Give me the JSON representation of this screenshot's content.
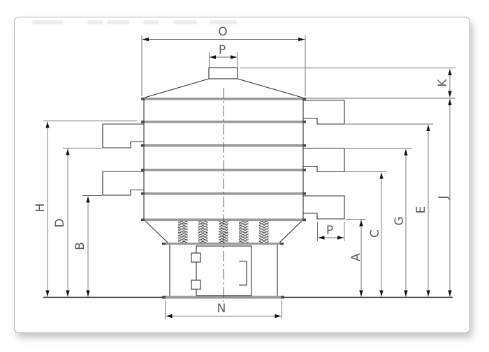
{
  "drawing": {
    "labels": {
      "overall_width": "O",
      "inlet_width": "P",
      "lid_height": "K",
      "body_height": "J",
      "outlet_r1_height": "E",
      "outlet_r2_top_height": "G",
      "outlet_r2_height": "C",
      "outlet_r3_height": "A",
      "outlet_mouth_width": "P",
      "base_width": "N",
      "deck_top_height": "H",
      "outlet_l1_height": "D",
      "outlet_l2_height": "B"
    },
    "colors": {
      "machine_outline": "#303030",
      "dimension_lines": "#6e6e6e",
      "label_text": "#5c5c5c",
      "flange_band": "#9a9a9a",
      "band_end_cap": "#4c4c4c",
      "card_border": "#b5b5b5",
      "background": "#ffffff"
    }
  }
}
